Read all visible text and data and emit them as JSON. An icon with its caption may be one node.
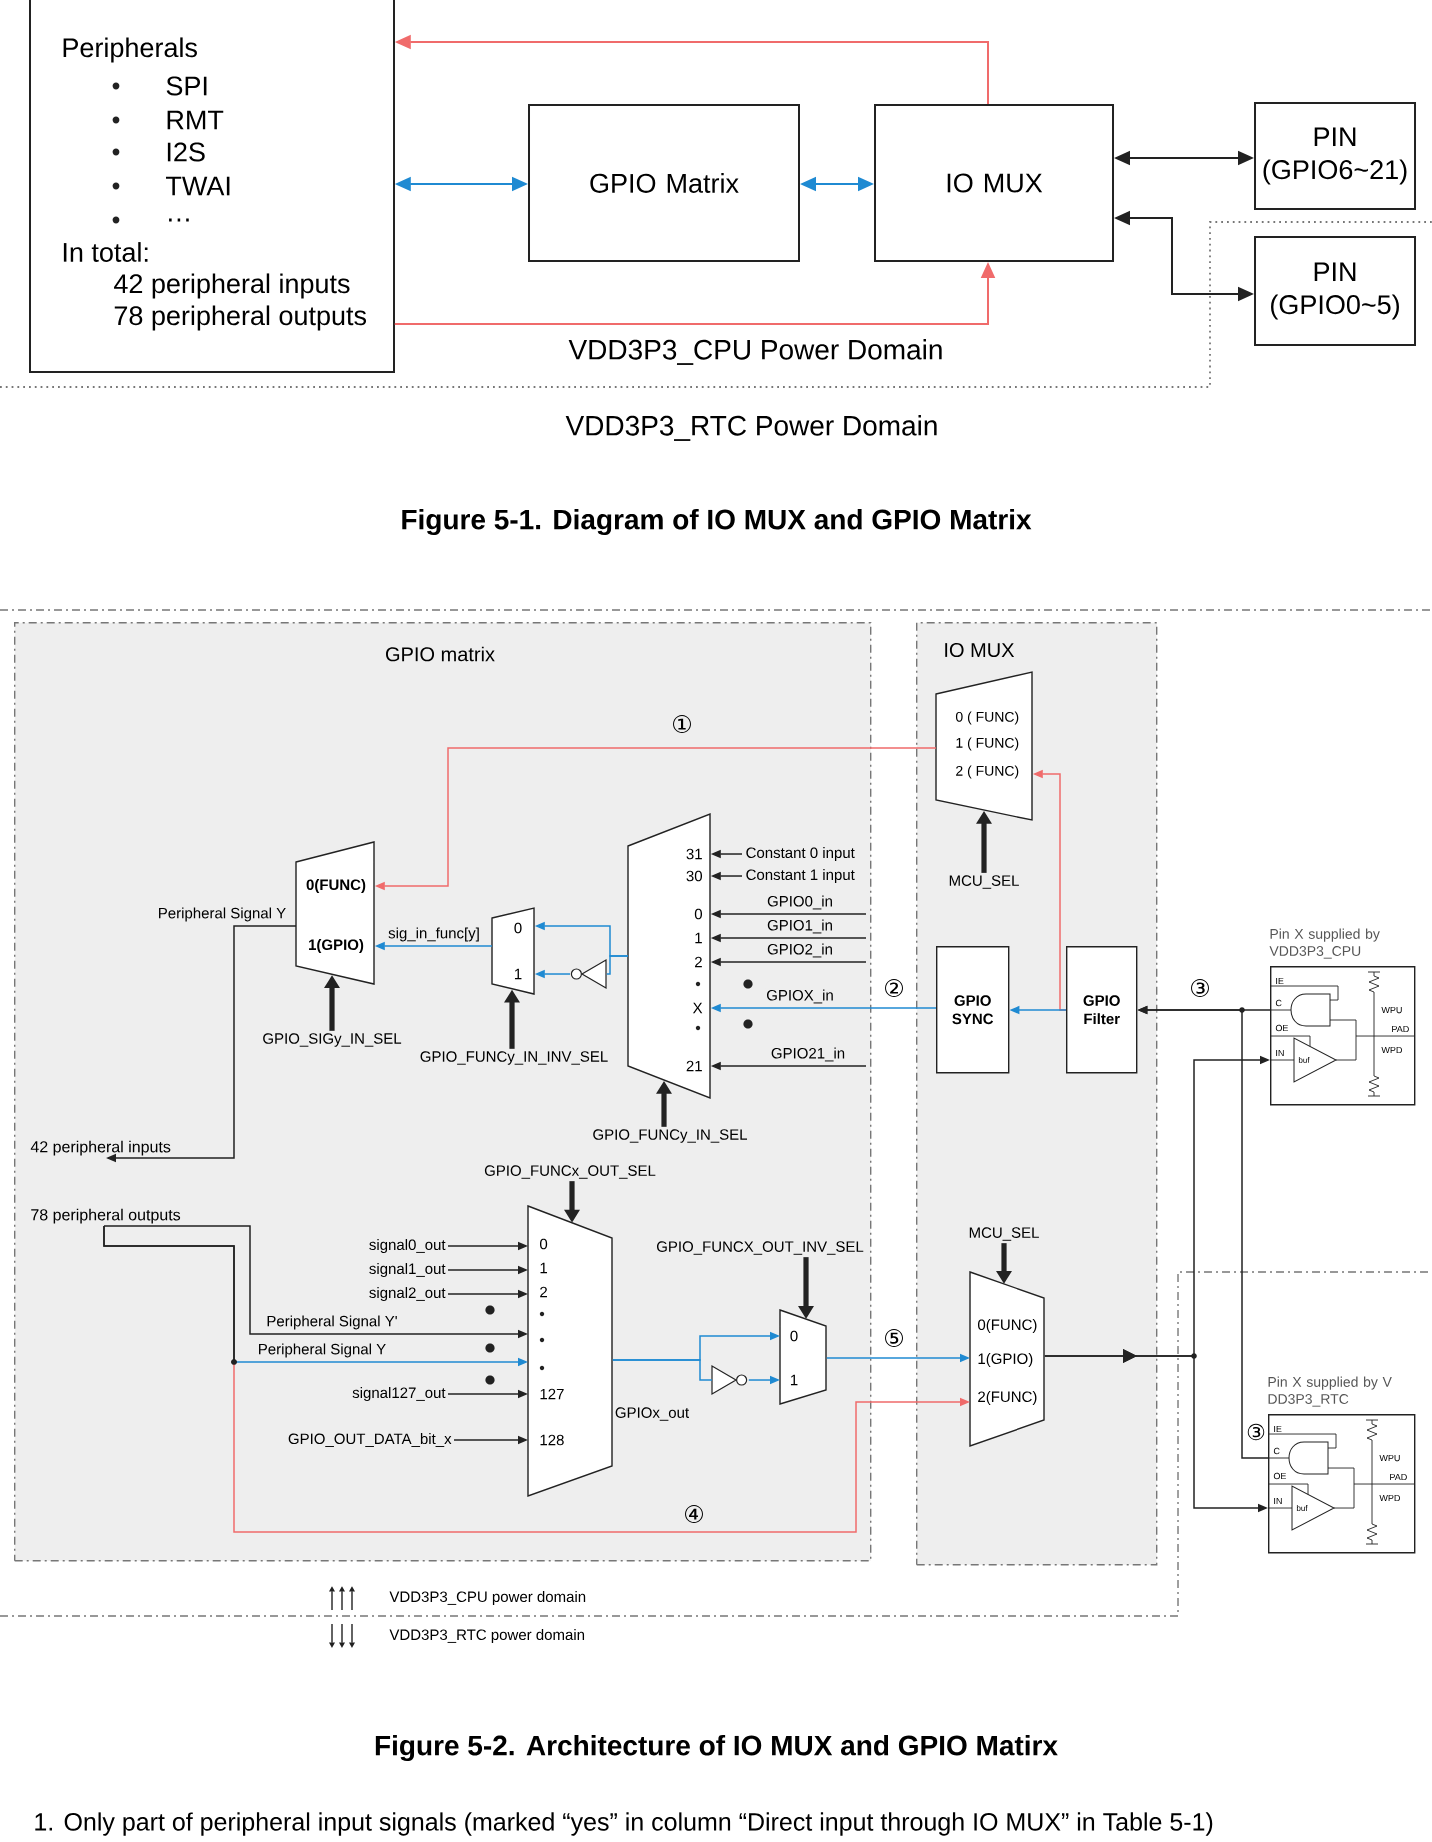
{
  "diagram": {
    "nodes": [
      {
        "text": [
          "Peripherals",
          "SPI",
          "RMT",
          "I2S",
          "TWAI",
          "…",
          "In total:",
          "42 peripheral inputs",
          "78 peripheral outputs"
        ]
      },
      {
        "text": [
          "GPIO Matrix"
        ]
      },
      {
        "text": [
          "IO MUX"
        ]
      },
      {
        "text": [
          "PIN (GPIO6~21)"
        ]
      },
      {
        "text": [
          "PIN (GPIO0~5)"
        ]
      },
      {
        "text": [
          "GPIO matrix"
        ]
      },
      {
        "text": [
          "0(FUNC)",
          "1(GPIO)"
        ],
        "in": 5
      },
      {
        "text": [
          "0",
          "1"
        ],
        "in": 5
      },
      {
        "text": [],
        "shape": "triangle",
        "in": 5
      },
      {
        "text": [
          "31",
          "30",
          "0",
          "1",
          "2",
          "X",
          "21"
        ],
        "in": 5
      },
      {
        "text": [
          "GPIO_SIGy_IN_SEL"
        ],
        "in": 5
      },
      {
        "text": [
          "GPIO_FUNCy_IN_INV_SEL"
        ],
        "in": 5
      },
      {
        "text": [
          "GPIO_FUNCy_IN_SEL"
        ],
        "in": 5
      },
      {
        "text": [
          "42 peripheral inputs"
        ],
        "in": 5
      },
      {
        "text": [
          "78 peripheral outputs"
        ],
        "in": 5
      },
      {
        "text": [
          "GPIO_FUNCx_OUT_SEL"
        ],
        "in": 5
      },
      {
        "text": [
          "0",
          "1",
          "2",
          "127",
          "128"
        ],
        "in": 5
      },
      {
        "text": [
          "signal0_out"
        ],
        "in": 5
      },
      {
        "text": [
          "signal1_out"
        ],
        "in": 5
      },
      {
        "text": [
          "signal2_out"
        ],
        "in": 5
      },
      {
        "text": [
          "signal127_out"
        ],
        "in": 5
      },
      {
        "text": [
          "GPIO_OUT_DATA_bit_x"
        ],
        "in": 5
      },
      {
        "text": [
          "GPIO_FUNCX_OUT_INV_SEL"
        ],
        "in": 5
      },
      {
        "text": [
          "0",
          "1"
        ],
        "in": 5
      },
      {
        "text": [],
        "shape": "triangle",
        "in": 5
      },
      {
        "text": [
          "IO MUX"
        ]
      },
      {
        "text": [
          "0 ( FUNC)",
          "1 ( FUNC)",
          "2 ( FUNC)"
        ],
        "in": 25
      },
      {
        "text": [
          "MCU_SEL"
        ],
        "in": 25
      },
      {
        "text": [
          "GPIO SYNC"
        ],
        "in": 25
      },
      {
        "text": [
          "GPIO Filter"
        ],
        "in": 25
      },
      {
        "text": [
          "MCU_SEL"
        ],
        "in": 25
      },
      {
        "text": [
          "0(FUNC)",
          "1(GPIO)",
          "2(FUNC)"
        ],
        "in": 25
      },
      {
        "text": [
          "Pin X supplied by VDD3P3_CPU",
          "IE",
          "C",
          "OE",
          "IN",
          "buf",
          "WPU",
          "PAD",
          "WPD"
        ]
      },
      {
        "text": [
          "Pin X supplied by V DD3P3_RTC",
          "IE",
          "C",
          "OE",
          "IN",
          "buf",
          "WPU",
          "PAD",
          "WPD"
        ]
      }
    ],
    "edges": [
      {
        "from": 0,
        "to": 1,
        "arrow": "both",
        "color": "#1f8ad2"
      },
      {
        "from": 1,
        "to": 2,
        "arrow": "both",
        "color": "#1f8ad2"
      },
      {
        "from": 2,
        "to": 0,
        "arrow": "to",
        "color": "#f06b6b"
      },
      {
        "from": 0,
        "to": 2,
        "arrow": "to",
        "color": "#f06b6b"
      },
      {
        "from": 2,
        "to": 3,
        "arrow": "both"
      },
      {
        "from": 2,
        "to": 4,
        "arrow": "both"
      },
      {
        "from": 26,
        "to": 6,
        "arrow": "to",
        "color": "#f06b6b"
      },
      {
        "from": 7,
        "to": 6,
        "arrow": "to",
        "label": "sig_in_func[y]",
        "color": "#1f8ad2"
      },
      {
        "from": 9,
        "to": 7,
        "arrow": "to",
        "color": "#1f8ad2"
      },
      {
        "from": 9,
        "to": 8,
        "arrow": "none",
        "color": "#1f8ad2"
      },
      {
        "from": 8,
        "to": 7,
        "arrow": "to",
        "color": "#1f8ad2"
      },
      {
        "from": 10,
        "to": 6,
        "arrow": "to",
        "style": "thick"
      },
      {
        "from": 11,
        "to": 7,
        "arrow": "to",
        "style": "thick"
      },
      {
        "from": 12,
        "to": 9,
        "arrow": "to",
        "style": "thick"
      },
      {
        "from": null,
        "to": 9,
        "arrow": "to",
        "label": "Constant 0 input"
      },
      {
        "from": null,
        "to": 9,
        "arrow": "to",
        "label": "Constant 1 input"
      },
      {
        "from": null,
        "to": 9,
        "arrow": "to",
        "label": "GPIO0_in"
      },
      {
        "from": null,
        "to": 9,
        "arrow": "to",
        "label": "GPIO1_in"
      },
      {
        "from": null,
        "to": 9,
        "arrow": "to",
        "label": "GPIO2_in"
      },
      {
        "from": 28,
        "to": 9,
        "arrow": "to",
        "label": "GPIOX_in",
        "color": "#1f8ad2"
      },
      {
        "from": null,
        "to": 9,
        "arrow": "to",
        "label": "GPIO21_in"
      },
      {
        "from": 6,
        "to": 13,
        "arrow": "to",
        "label": "Peripheral Signal Y"
      },
      {
        "from": 14,
        "to": 16,
        "arrow": "to",
        "label": "Peripheral Signal Y'"
      },
      {
        "from": 14,
        "to": 16,
        "arrow": "to",
        "label": "Peripheral Signal Y",
        "color": "#1f8ad2"
      },
      {
        "from": 14,
        "to": 31,
        "arrow": "to",
        "color": "#f06b6b"
      },
      {
        "from": 15,
        "to": 16,
        "arrow": "to",
        "style": "thick"
      },
      {
        "from": 17,
        "to": 16,
        "arrow": "to"
      },
      {
        "from": 18,
        "to": 16,
        "arrow": "to"
      },
      {
        "from": 19,
        "to": 16,
        "arrow": "to"
      },
      {
        "from": 20,
        "to": 16,
        "arrow": "to"
      },
      {
        "from": 21,
        "to": 16,
        "arrow": "to"
      },
      {
        "from": 16,
        "to": 23,
        "arrow": "to",
        "label": "GPIOx_out",
        "color": "#1f8ad2"
      },
      {
        "from": 16,
        "to": 24,
        "arrow": "none",
        "color": "#1f8ad2"
      },
      {
        "from": 24,
        "to": 23,
        "arrow": "to",
        "color": "#1f8ad2"
      },
      {
        "from": 22,
        "to": 23,
        "arrow": "to",
        "style": "thick"
      },
      {
        "from": 23,
        "to": 31,
        "arrow": "to",
        "color": "#1f8ad2"
      },
      {
        "from": 29,
        "to": 26,
        "arrow": "to",
        "color": "#f06b6b"
      },
      {
        "from": 29,
        "to": 28,
        "arrow": "to",
        "color": "#1f8ad2"
      },
      {
        "from": 27,
        "to": 26,
        "arrow": "to",
        "style": "thick"
      },
      {
        "from": 30,
        "to": 31,
        "arrow": "to",
        "style": "thick"
      },
      {
        "from": 32,
        "to": 29,
        "arrow": "to"
      },
      {
        "from": 33,
        "to": 29,
        "arrow": "to"
      },
      {
        "from": 31,
        "to": 32,
        "arrow": "to"
      },
      {
        "from": 31,
        "to": 33,
        "arrow": "to"
      }
    ],
    "labels": [
      "VDD3P3_CPU Power Domain",
      "VDD3P3_RTC Power Domain",
      "Figure 5-1. Diagram of IO MUX and GPIO Matrix",
      "①",
      "②",
      "③",
      "⑤",
      "③",
      "④",
      "Figure 5-2. Architecture of IO MUX and GPIO Matirx",
      "1. Only part of peripheral input signals (marked “yes” in column “Direct input through IO MUX” in Table 5-1)"
    ],
    "legend": [
      {
        "text": "VDD3P3_CPU power domain"
      },
      {
        "text": "VDD3P3_RTC power domain"
      }
    ]
  }
}
